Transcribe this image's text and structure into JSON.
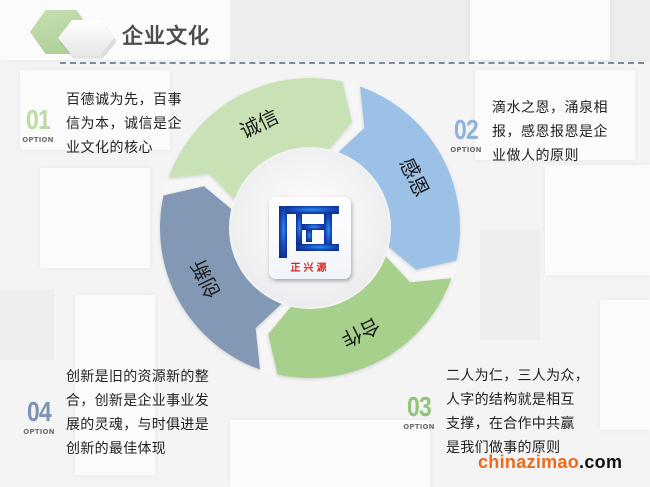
{
  "header": {
    "title": "企业文化"
  },
  "colors": {
    "green_light": "#c9e2b5",
    "blue": "#9bc2e6",
    "green": "#a7d08c",
    "slate": "#8398b5",
    "opt1": "#b9d9a0",
    "opt2": "#8fb3d9",
    "opt3": "#93c47a",
    "opt4": "#7d93b3",
    "watermark_orange": "#ec6a1a"
  },
  "ring": {
    "segments": [
      {
        "label": "诚信",
        "color": "#c9e2b5"
      },
      {
        "label": "感恩",
        "color": "#9bc2e6"
      },
      {
        "label": "合作",
        "color": "#a7d08c"
      },
      {
        "label": "创新",
        "color": "#8398b5"
      }
    ],
    "logo": {
      "text": "正兴源"
    }
  },
  "options": [
    {
      "num": "01",
      "label": "OPTION",
      "text_lines": [
        "百德诚为先，百事",
        "信为本，诚信是企",
        "业文化的核心"
      ]
    },
    {
      "num": "02",
      "label": "OPTION",
      "text_lines": [
        "滴水之恩，涌泉相",
        "报，感恩报恩是企",
        "业做人的原则"
      ]
    },
    {
      "num": "03",
      "label": "OPTION",
      "text_lines": [
        "二人为仁，三人为众，",
        "人字的结构就是相互",
        "支撑，在合作中共赢",
        "是我们做事的原则"
      ]
    },
    {
      "num": "04",
      "label": "OPTION",
      "text_lines": [
        "创新是旧的资源新的整",
        "合，创新是企业事业发",
        "展的灵魂，与时俱进是",
        "创新的最佳体现"
      ]
    }
  ],
  "watermark": {
    "part1": "chinazimao",
    "part2": ".com"
  }
}
